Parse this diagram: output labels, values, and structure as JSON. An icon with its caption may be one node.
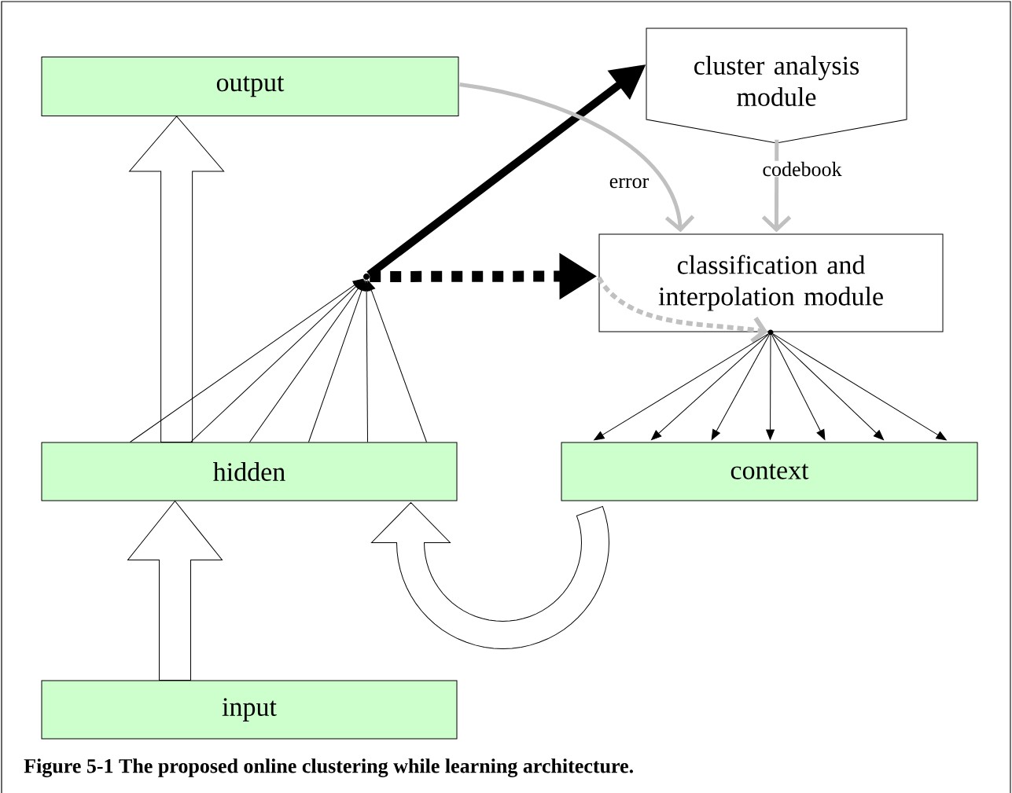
{
  "diagram": {
    "caption": "Figure 5-1 The proposed online clustering while learning architecture.",
    "nodes": [
      {
        "text": [
          "output"
        ]
      },
      {
        "text": [
          "cluster analysis module"
        ]
      },
      {
        "text": [
          "classification and interpolation module"
        ]
      },
      {
        "text": [],
        "shape": "circle"
      },
      {
        "text": [],
        "shape": "circle"
      },
      {
        "text": [
          "hidden"
        ]
      },
      {
        "text": [
          "context"
        ]
      },
      {
        "text": [
          "input"
        ]
      }
    ],
    "edges": [
      {
        "from": 7,
        "to": 5,
        "arrow": "to",
        "style": "thick"
      },
      {
        "from": 5,
        "to": 0,
        "arrow": "to",
        "style": "thick"
      },
      {
        "from": 6,
        "to": 5,
        "arrow": "to",
        "style": "thick"
      },
      {
        "from": 3,
        "to": 1,
        "arrow": "to",
        "style": "thick"
      },
      {
        "from": 3,
        "to": 2,
        "arrow": "to",
        "style": "dashed"
      },
      {
        "from": 0,
        "to": 2,
        "arrow": "to",
        "label": "error",
        "style": "thick",
        "color": "#c0c0c0"
      },
      {
        "from": 1,
        "to": 2,
        "arrow": "to",
        "label": "codebook",
        "style": "thick",
        "color": "#c0c0c0"
      },
      {
        "from": 2,
        "to": 4,
        "arrow": "to",
        "style": "dashed",
        "color": "#c0c0c0"
      },
      {
        "from": 5,
        "to": 3,
        "arrow": "to"
      },
      {
        "from": 5,
        "to": 3,
        "arrow": "to"
      },
      {
        "from": 5,
        "to": 3,
        "arrow": "to"
      },
      {
        "from": 5,
        "to": 3,
        "arrow": "to"
      },
      {
        "from": 5,
        "to": 3,
        "arrow": "to"
      },
      {
        "from": 5,
        "to": 3,
        "arrow": "to"
      },
      {
        "from": 4,
        "to": 6,
        "arrow": "to"
      },
      {
        "from": 4,
        "to": 6,
        "arrow": "to"
      },
      {
        "from": 4,
        "to": 6,
        "arrow": "to"
      },
      {
        "from": 4,
        "to": 6,
        "arrow": "to"
      },
      {
        "from": 4,
        "to": 6,
        "arrow": "to"
      },
      {
        "from": 4,
        "to": 6,
        "arrow": "to"
      },
      {
        "from": 4,
        "to": 6,
        "arrow": "to"
      }
    ]
  }
}
